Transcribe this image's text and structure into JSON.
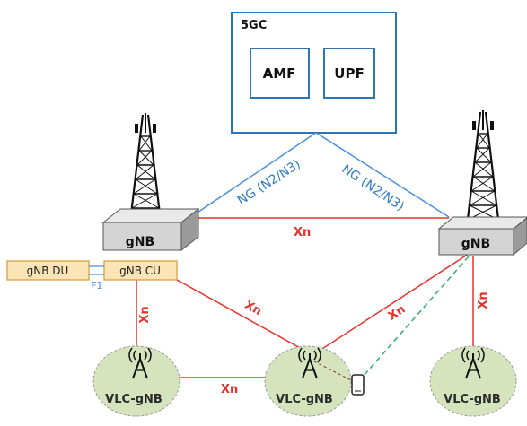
{
  "core": {
    "title": "5GC",
    "functions": [
      "AMF",
      "UPF"
    ]
  },
  "gnbs": [
    {
      "label": "gNB"
    },
    {
      "label": "gNB"
    }
  ],
  "split": {
    "du": "gNB DU",
    "cu": "gNB CU",
    "interface": "F1"
  },
  "interfaces": {
    "ng_left": "NG (N2/N3)",
    "ng_right": "NG (N2/N3)",
    "xn": "Xn"
  },
  "vlc_nodes": [
    "VLC-gNB",
    "VLC-gNB",
    "VLC-gNB"
  ],
  "colors": {
    "core_border": "#2e75b6",
    "ng_line": "#4a90d9",
    "xn_line": "#e4332b",
    "dashed_link": "#3cb371",
    "vlc_fill": "#d6e4bd"
  }
}
